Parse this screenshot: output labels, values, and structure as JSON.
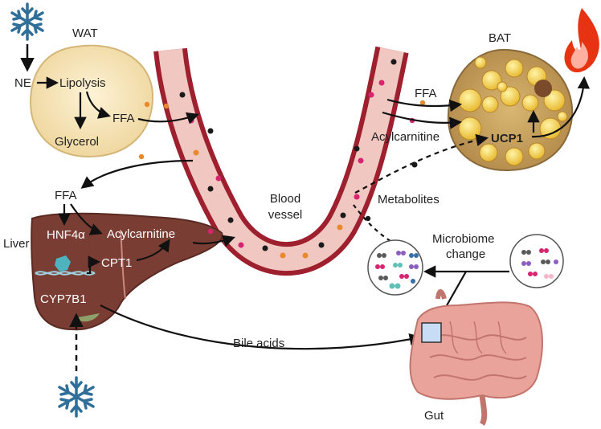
{
  "labels": {
    "wat": "WAT",
    "bat": "BAT",
    "ne": "NE",
    "lipolysis": "Lipolysis",
    "ffa_wat": "FFA",
    "glycerol": "Glycerol",
    "ffa_bat": "FFA",
    "acylcarnitine_bat": "Acylcarnitine",
    "ucp1": "UCP1",
    "ffa_liver": "FFA",
    "liver": "Liver",
    "hnf4a": "HNF4α",
    "acylcarnitine_liver": "Acylcarnitine",
    "cpt1": "CPT1",
    "cyp7b1": "CYP7B1",
    "blood": "Blood",
    "vessel": "vessel",
    "metabolites": "Metabolites",
    "microbiome": "Microbiome",
    "change": "change",
    "bile_acids": "Bile acids",
    "gut": "Gut"
  },
  "icons": {
    "cold_top": "snowflake-icon",
    "cold_bottom": "snowflake-icon",
    "heat": "flame-icon"
  },
  "colors": {
    "vessel_outer": "#9e1f2e",
    "vessel_inner": "#f1c7c2",
    "fat_cell": "#f5e4b8",
    "bat_droplet": "#f2c94c",
    "liver": "#7a3d33",
    "snowflake": "#2f6f99",
    "flame": "#e63312",
    "ffa_dot": "#e9892b",
    "acylcarnitine_dot": "#d6246e",
    "metabolite_dot": "#1a1a1a",
    "gut": "#e9a39b"
  }
}
